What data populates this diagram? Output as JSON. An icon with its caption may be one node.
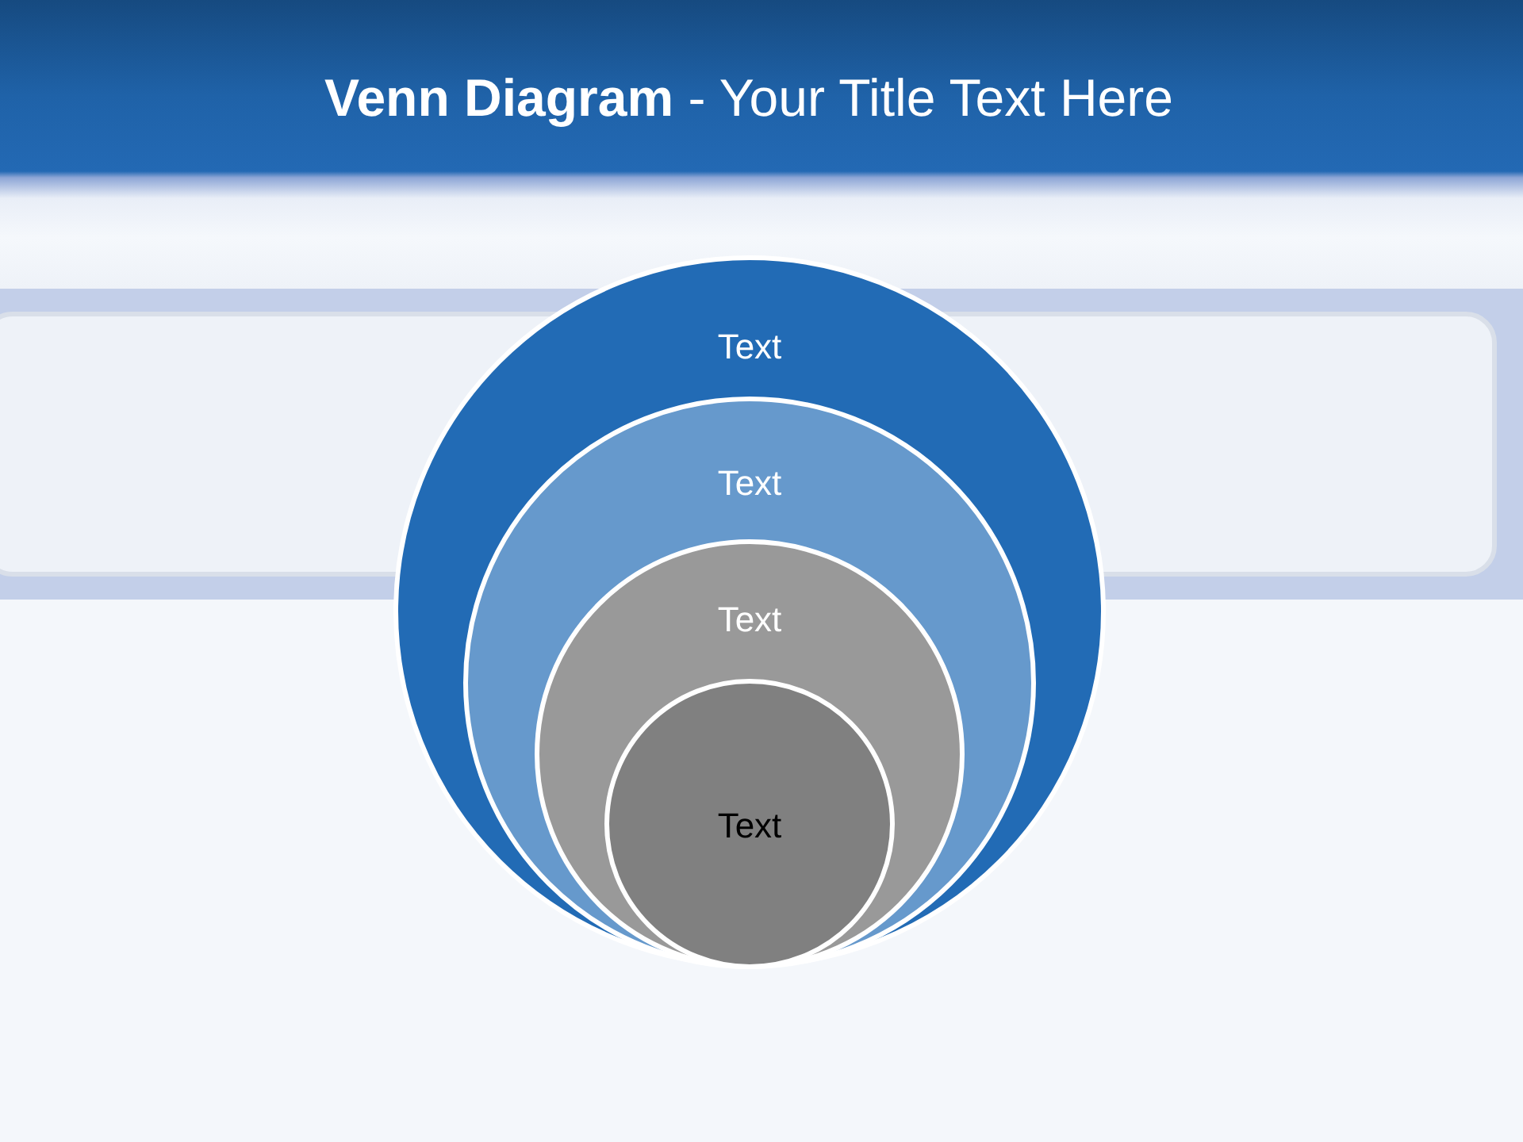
{
  "diagram": {
    "title": "**Venn Diagram** - Your Title Text Here",
    "nodes": [
      {
        "text": [
          "Text"
        ]
      },
      {
        "text": [
          "Text"
        ],
        "in": 0
      },
      {
        "text": [
          "Text"
        ],
        "in": 1
      },
      {
        "text": [
          "Text"
        ],
        "in": 2
      }
    ]
  }
}
